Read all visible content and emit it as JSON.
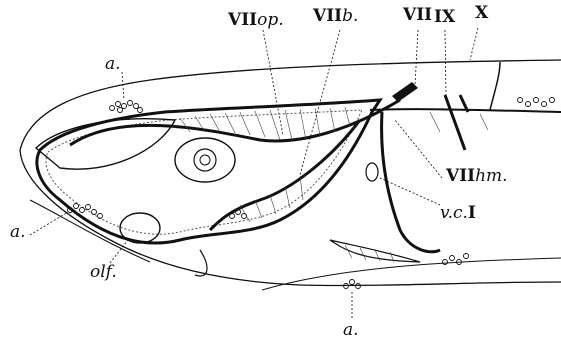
{
  "labels": {
    "vii_op_num": "VII",
    "vii_op_sub": "op.",
    "vii_b_num": "VII",
    "vii_b_sub": "b.",
    "vii": "VII",
    "ix": "IX",
    "x": "X",
    "vii_hm_num": "VII",
    "vii_hm_sub": "hm.",
    "vc_sub": "v.c.",
    "vc_num": "I",
    "a_top": "a.",
    "a_left": "a.",
    "a_bottom": "a.",
    "olf": "olf."
  },
  "colors": {
    "ink": "#111111",
    "background": "#ffffff"
  }
}
